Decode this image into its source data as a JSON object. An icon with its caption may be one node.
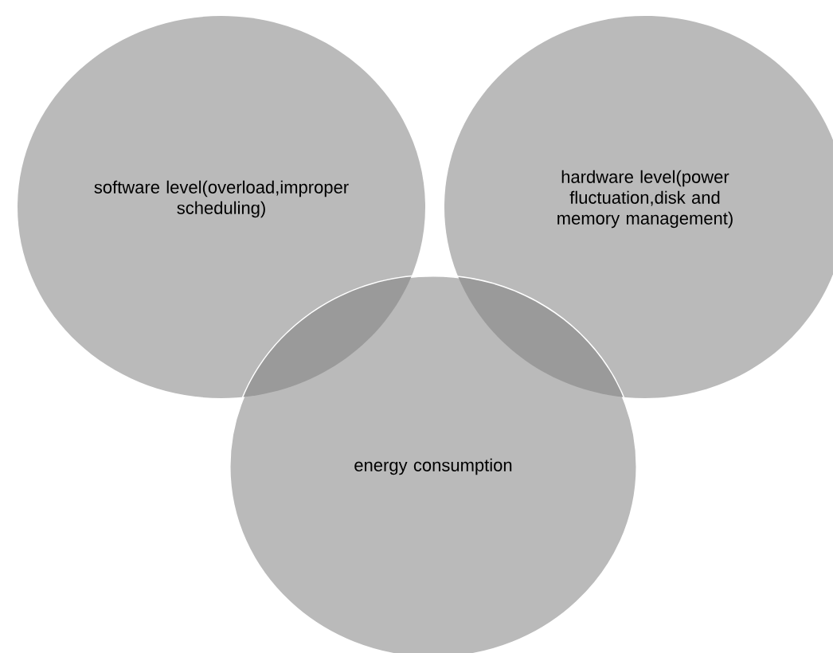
{
  "diagram": {
    "nodes": [
      {
        "text": [
          "software level(overload,improper scheduling)"
        ]
      },
      {
        "text": [
          "hardware level(power fluctuation,disk and memory management)"
        ]
      },
      {
        "text": [
          "energy consumption"
        ]
      }
    ]
  }
}
